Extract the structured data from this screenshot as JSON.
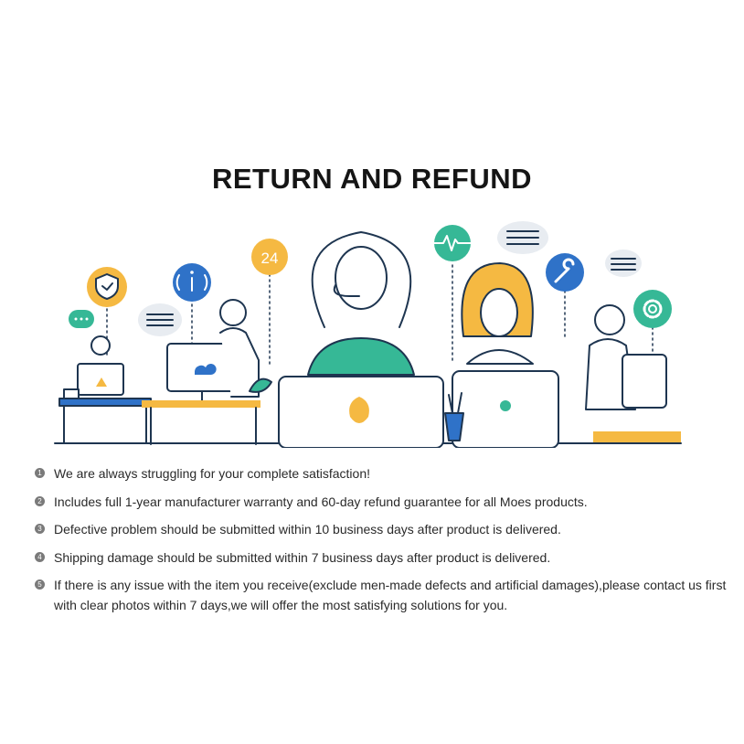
{
  "title": "RETURN AND REFUND",
  "illustration": {
    "badge_24": "24",
    "colors": {
      "line": "#1e3550",
      "orange": "#f5b942",
      "blue": "#2f72c8",
      "green": "#2fbf8f",
      "teal": "#36b896",
      "grey": "#e8ecf1"
    }
  },
  "policy": {
    "items": [
      {
        "num": "1",
        "text": "We are always struggling for your complete satisfaction!"
      },
      {
        "num": "2",
        "text": "Includes full 1-year manufacturer warranty and 60-day refund guarantee for all Moes products."
      },
      {
        "num": "3",
        "text": "Defective problem should be submitted within 10 business days after product is delivered."
      },
      {
        "num": "4",
        "text": "Shipping damage should be submitted within 7 business days after product is delivered."
      },
      {
        "num": "5",
        "text": "If there is any issue with the item you receive(exclude men-made defects and artificial damages),please contact us first with clear photos within 7 days,we will offer the most satisfying solutions for you."
      }
    ]
  }
}
